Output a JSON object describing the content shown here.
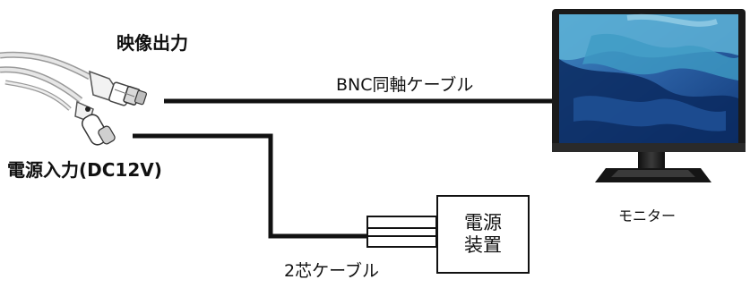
{
  "labels": {
    "video_output": "映像出力",
    "power_input": "電源入力(DC12V)",
    "bnc_cable": "BNC同軸ケーブル",
    "monitor": "モニター",
    "power_supply_line1": "電源",
    "power_supply_line2": "装置",
    "two_core_cable": "2芯ケーブル"
  },
  "icons": {
    "camera_cable": "camera-cable-icon",
    "monitor": "monitor-icon"
  },
  "colors": {
    "line": "#111111",
    "screen_dark": "#0b2a60",
    "screen_mid": "#2f6fb3",
    "screen_light": "#5db2d6",
    "bezel": "#1a1a1a"
  }
}
